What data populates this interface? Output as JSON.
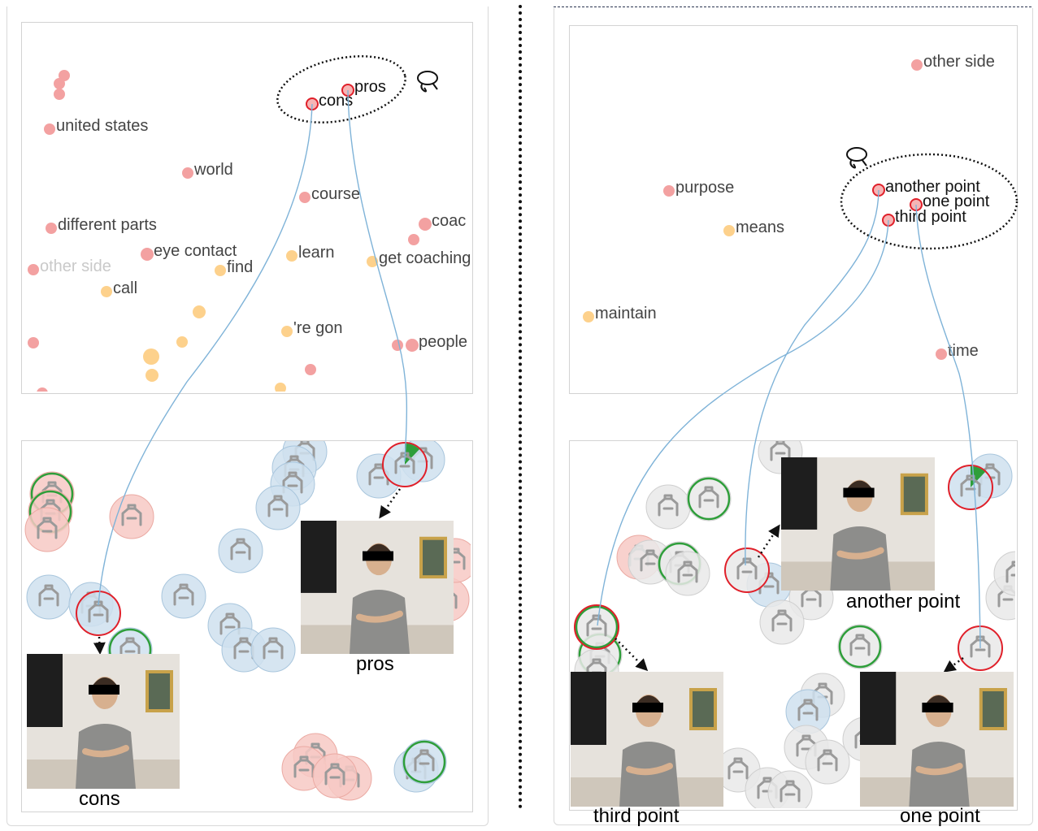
{
  "left": {
    "words": [
      {
        "text": "united states"
      },
      {
        "text": "world"
      },
      {
        "text": "course"
      },
      {
        "text": "different parts"
      },
      {
        "text": "coac"
      },
      {
        "text": "eye contact"
      },
      {
        "text": "learn"
      },
      {
        "text": "get coaching"
      },
      {
        "text": "other side"
      },
      {
        "text": "find"
      },
      {
        "text": "call"
      },
      {
        "text": "'re gon"
      },
      {
        "text": "people"
      },
      {
        "text": "pros"
      },
      {
        "text": "cons"
      }
    ],
    "captions": {
      "pros": "pros",
      "cons": "cons"
    }
  },
  "right": {
    "words": [
      {
        "text": "other side"
      },
      {
        "text": "purpose"
      },
      {
        "text": "means"
      },
      {
        "text": "maintain"
      },
      {
        "text": "time"
      },
      {
        "text": "another point"
      },
      {
        "text": "one point"
      },
      {
        "text": "third point"
      }
    ],
    "captions": {
      "another": "another point",
      "third": "third point",
      "one": "one point"
    }
  },
  "colors": {
    "red_dot": "#f3a1a1",
    "orange_dot": "#fdd18c",
    "selected_stroke": "#e0202a",
    "link_line": "#7fb3d8",
    "blue_glyph": "#cfe1ef",
    "red_glyph": "#f7c9c4",
    "gray_glyph": "#e9e9e9",
    "green_arc": "#2e9e3a"
  },
  "icons": [
    "lasso-icon"
  ]
}
